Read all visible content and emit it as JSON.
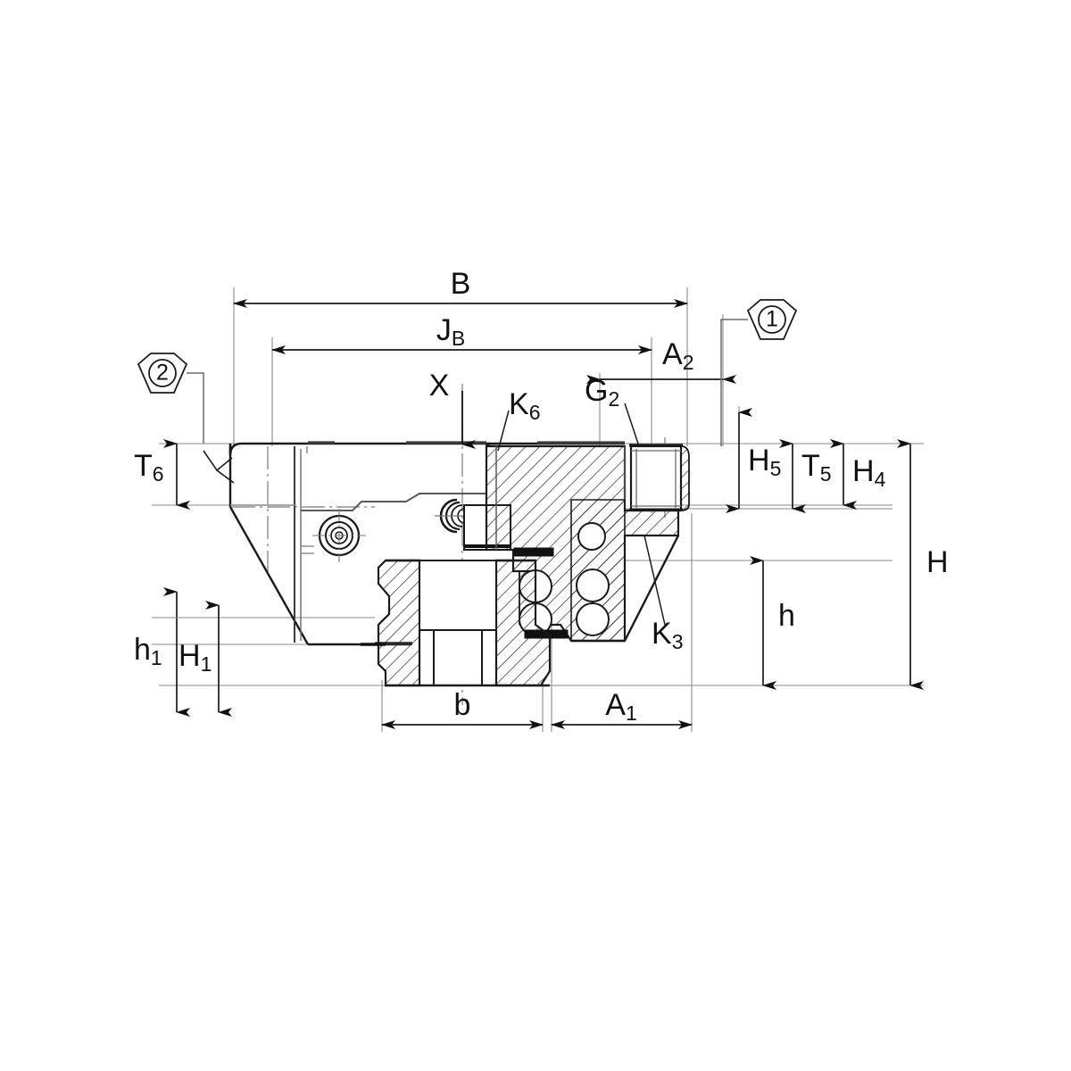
{
  "drawing": {
    "title": "Linear guideway carriage cross-section",
    "type": "engineering-dimension-drawing",
    "background_color": "#ffffff",
    "line_color": "#1a1a1a",
    "thin_line_color": "#6b6b6b"
  },
  "callouts": [
    {
      "id": "callout-1",
      "number": "1",
      "shape": "hexagon"
    },
    {
      "id": "callout-2",
      "number": "2",
      "shape": "hexagon"
    }
  ],
  "dimensions": {
    "B": {
      "base": "B",
      "sub": "",
      "orientation": "horizontal",
      "position": "top"
    },
    "JB": {
      "base": "J",
      "sub": "B",
      "orientation": "horizontal",
      "position": "top"
    },
    "A2": {
      "base": "A",
      "sub": "2",
      "orientation": "horizontal",
      "position": "top-right"
    },
    "G2": {
      "base": "G",
      "sub": "2",
      "orientation": "leader",
      "position": "upper-right"
    },
    "K6": {
      "base": "K",
      "sub": "6",
      "orientation": "leader",
      "position": "upper-center"
    },
    "K3": {
      "base": "K",
      "sub": "3",
      "orientation": "leader",
      "position": "lower-right"
    },
    "X": {
      "base": "X",
      "sub": "",
      "orientation": "arrow-down",
      "position": "upper-center"
    },
    "T6": {
      "base": "T",
      "sub": "6",
      "orientation": "vertical",
      "position": "left"
    },
    "T5": {
      "base": "T",
      "sub": "5",
      "orientation": "vertical",
      "position": "right"
    },
    "H5": {
      "base": "H",
      "sub": "5",
      "orientation": "vertical",
      "position": "right"
    },
    "H4": {
      "base": "H",
      "sub": "4",
      "orientation": "vertical",
      "position": "right"
    },
    "H": {
      "base": "H",
      "sub": "",
      "orientation": "vertical",
      "position": "far-right"
    },
    "h": {
      "base": "h",
      "sub": "",
      "orientation": "vertical",
      "position": "right"
    },
    "h1": {
      "base": "h",
      "sub": "1",
      "orientation": "vertical",
      "position": "lower-left"
    },
    "H1": {
      "base": "H",
      "sub": "1",
      "orientation": "vertical",
      "position": "lower-left"
    },
    "b": {
      "base": "b",
      "sub": "",
      "orientation": "horizontal",
      "position": "bottom"
    },
    "A1": {
      "base": "A",
      "sub": "1",
      "orientation": "horizontal",
      "position": "bottom-right"
    }
  }
}
